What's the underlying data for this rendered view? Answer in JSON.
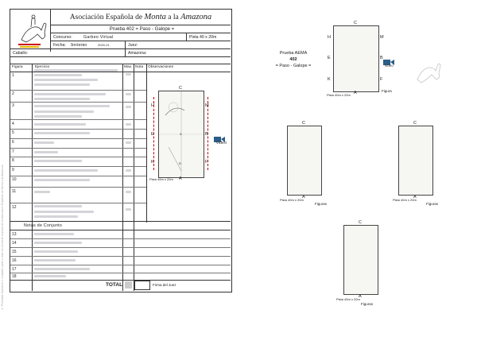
{
  "header": {
    "title_pre": "Asociación Española de ",
    "title_script1": "Monta",
    "title_mid": " a la ",
    "title_script2": "Amazona",
    "prueba": "Prueba 402 = Paso - Galope =",
    "concurso_label": "Concurso:",
    "concurso_value": "Garbeo Virtual",
    "pista": "Pista 40 x 20m",
    "fecha_label": "Fecha:",
    "fecha_value": "Invierno",
    "fecha_year": "2020-21",
    "juez_label": "Juez:",
    "caballo_label": "Caballo:",
    "amazona_label": "Amazona:"
  },
  "table": {
    "headers": [
      "Figura",
      "Ejercicio",
      "Max.",
      "Nota",
      "Observaciones"
    ],
    "rows": [
      "1",
      "2",
      "3",
      "4",
      "5",
      "6",
      "7",
      "8",
      "9",
      "10",
      "11",
      "12"
    ],
    "conjunto_label": "Notas de Conjunto",
    "conjunto_rows": [
      "13",
      "14",
      "15",
      "16",
      "17",
      "18"
    ],
    "total_label": "TOTAL",
    "firma_label": "Firma del Juez"
  },
  "diagram_main": {
    "letters_top": "C",
    "letters_left": [
      "H",
      "E",
      "K"
    ],
    "letters_right": [
      "M",
      "B",
      "F"
    ],
    "letters_bottom": "A",
    "center_x": "X",
    "center_d": "D",
    "caption": "Pista 40m x 20m",
    "video_label": "video"
  },
  "right_panel": {
    "prueba_label": "Prueba AEMA",
    "prueba_num": "402",
    "prueba_sub": "= Paso - Galope =",
    "figura1_label": "Figura",
    "figuras_label": "Figuras",
    "caption": "Pista 40m x 20m",
    "video_label": "video",
    "letters_top": "C",
    "letters_bottom": "A",
    "letters_left": [
      "H",
      "E",
      "K"
    ],
    "letters_right": [
      "M",
      "B",
      "F"
    ]
  },
  "side_text": "© Prohibida reproducir o compartir parte o todo sin consentir expreso de la Asociación Española de Monta a la Amazona"
}
